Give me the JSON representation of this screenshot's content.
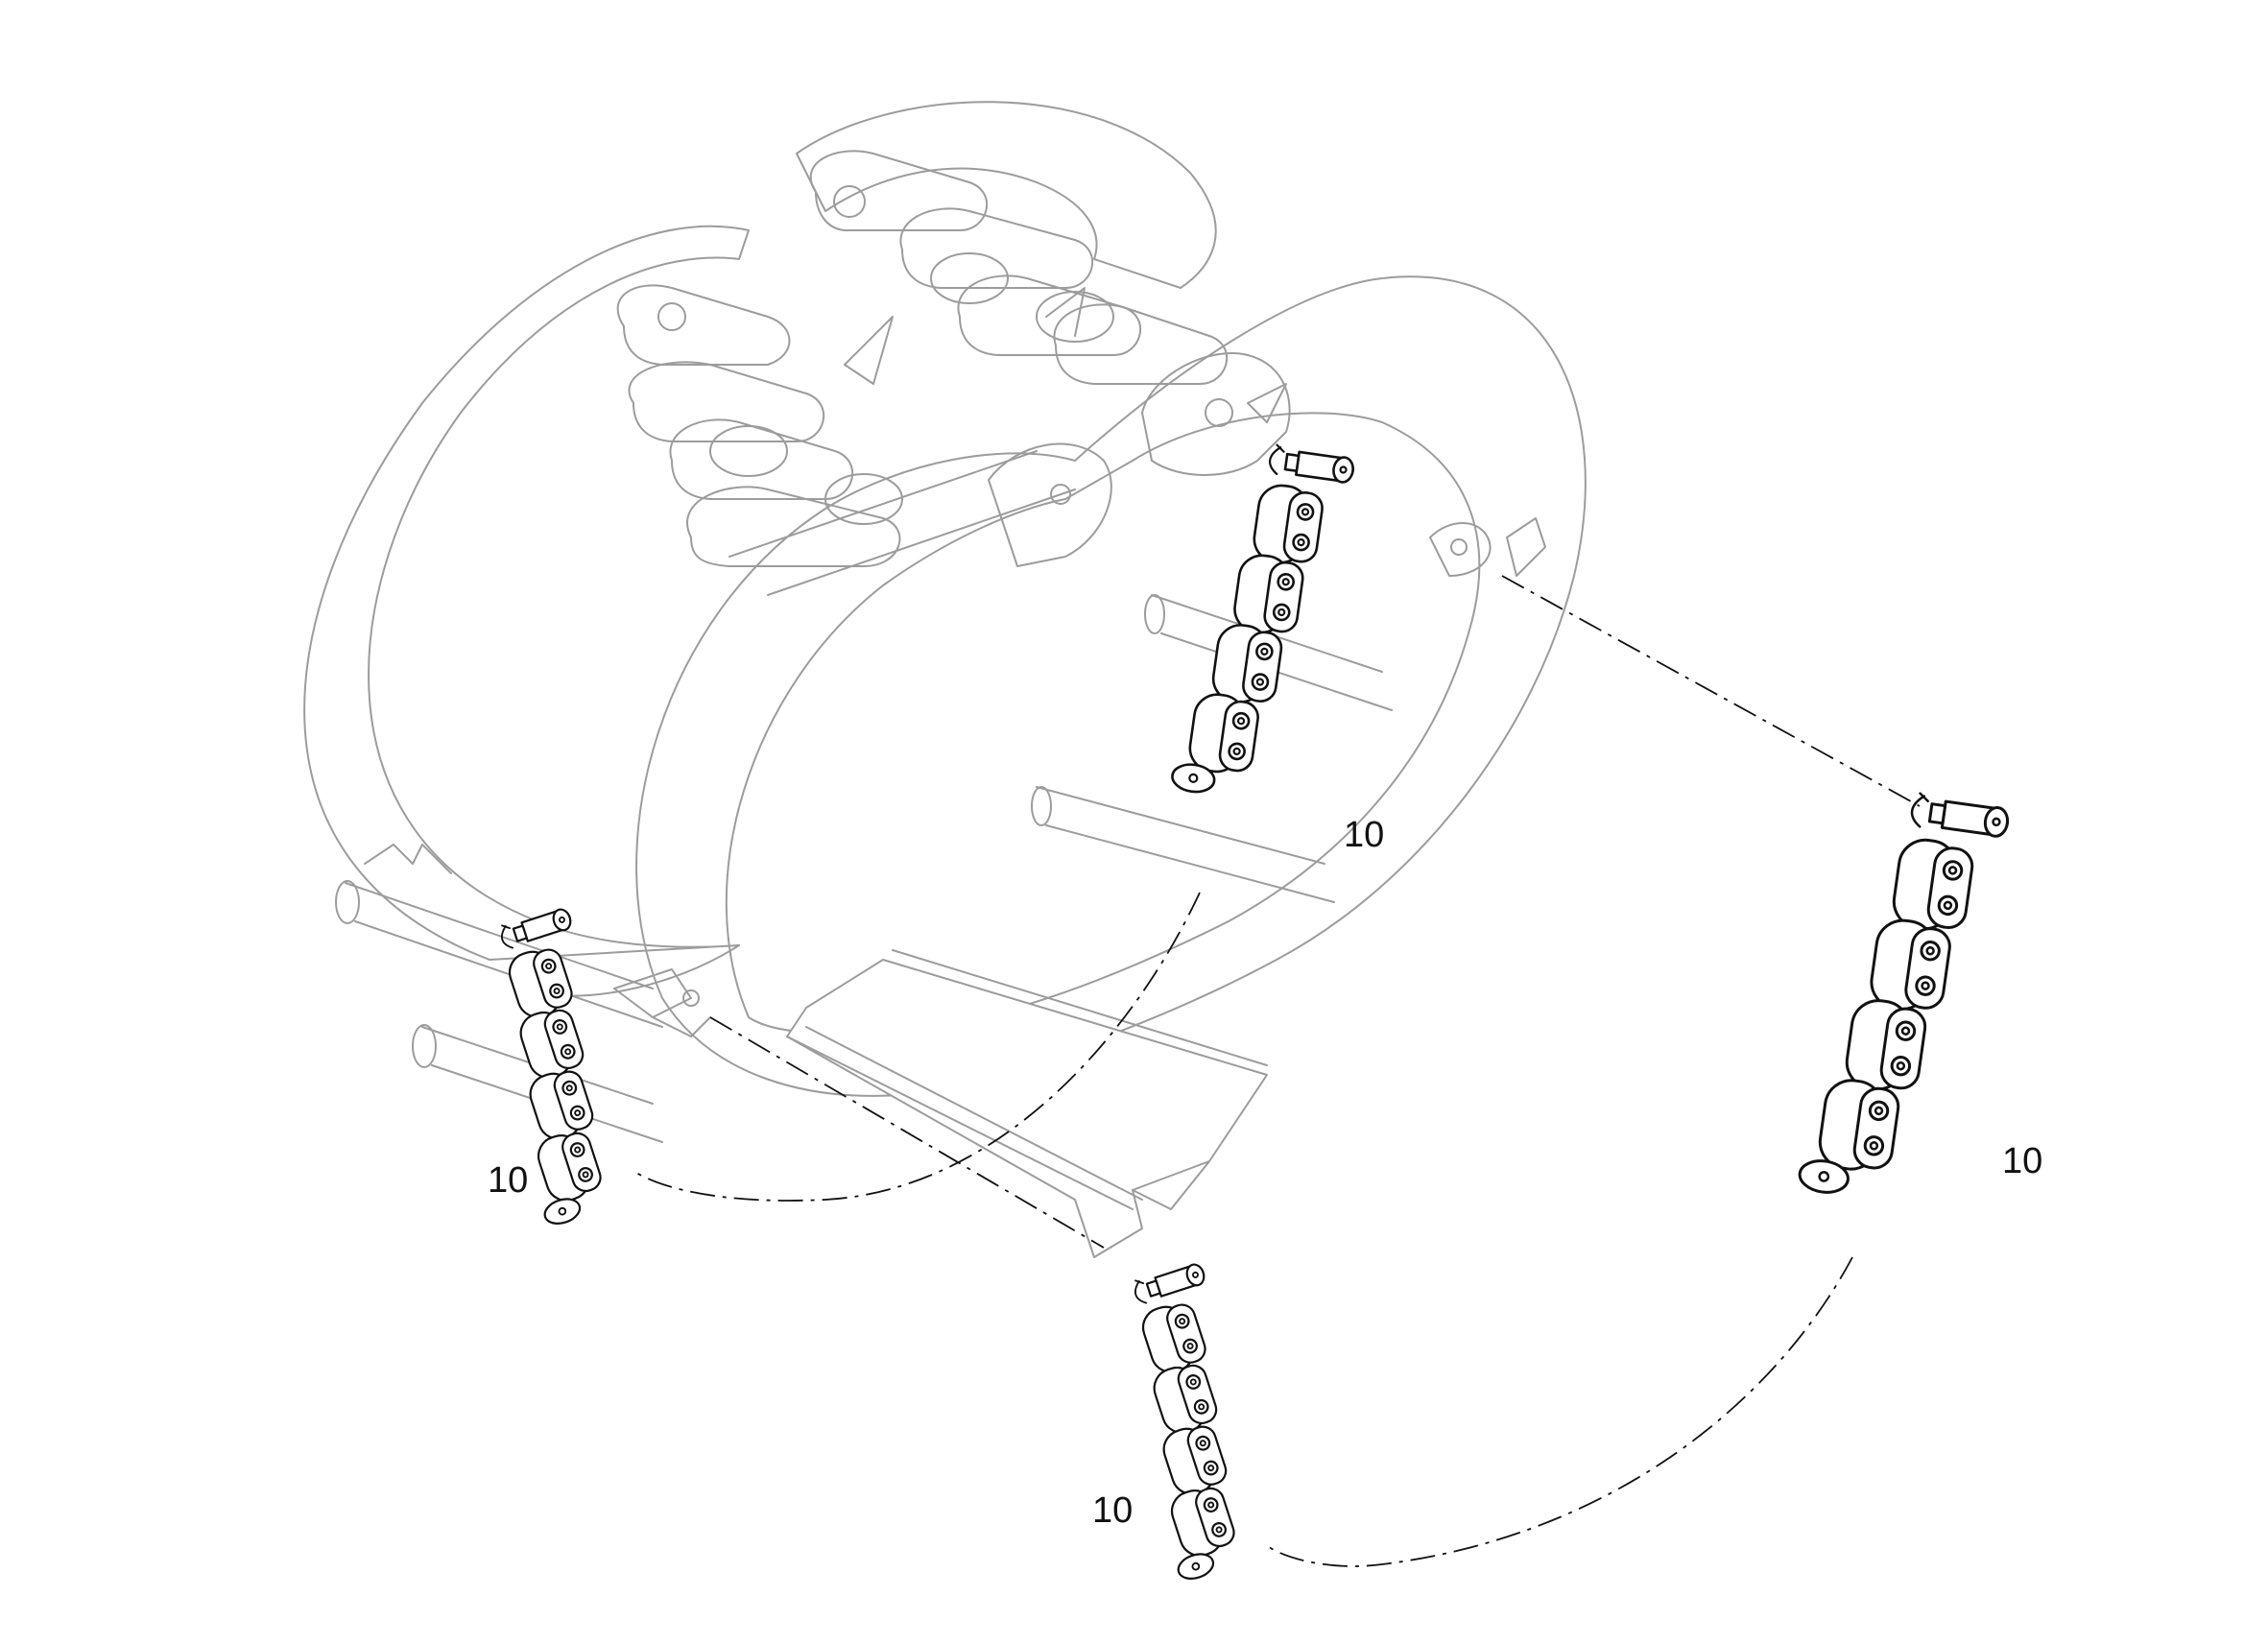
{
  "callouts": [
    {
      "id": "chain-right",
      "label": "10"
    },
    {
      "id": "chain-upper-center",
      "label": "10"
    },
    {
      "id": "chain-left",
      "label": "10"
    },
    {
      "id": "chain-bottom",
      "label": "10"
    }
  ],
  "colors": {
    "background": "#ffffff",
    "ghost_line": "#9c9c9c",
    "part_line": "#111111"
  }
}
